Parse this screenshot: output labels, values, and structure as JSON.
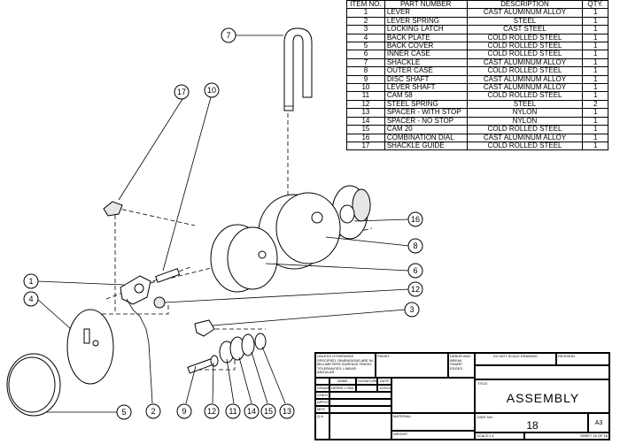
{
  "bom": {
    "headers": [
      "ITEM NO.",
      "PART NUMBER",
      "DESCRIPTION",
      "QTY."
    ],
    "rows": [
      {
        "item": "1",
        "part": "LEVER",
        "desc": "CAST ALUMINUM ALLOY",
        "qty": "1"
      },
      {
        "item": "2",
        "part": "LEVER SPRING",
        "desc": "STEEL",
        "qty": "1"
      },
      {
        "item": "3",
        "part": "LOCKING LATCH",
        "desc": "CAST STEEL",
        "qty": "1"
      },
      {
        "item": "4",
        "part": "BACK PLATE",
        "desc": "COLD ROLLED STEEL",
        "qty": "1"
      },
      {
        "item": "5",
        "part": "BACK COVER",
        "desc": "COLD ROLLED STEEL",
        "qty": "1"
      },
      {
        "item": "6",
        "part": "INNER CASE",
        "desc": "COLD ROLLED STEEL",
        "qty": "1"
      },
      {
        "item": "7",
        "part": "SHACKLE",
        "desc": "CAST ALUMINUM ALLOY",
        "qty": "1"
      },
      {
        "item": "8",
        "part": "OUTER CASE",
        "desc": "COLD ROLLED STEEL",
        "qty": "1"
      },
      {
        "item": "9",
        "part": "DISC SHAFT",
        "desc": "CAST ALUMINUM ALLOY",
        "qty": "1"
      },
      {
        "item": "10",
        "part": "LEVER SHAFT",
        "desc": "CAST ALUMINUM ALLOY",
        "qty": "1"
      },
      {
        "item": "11",
        "part": "CAM 58",
        "desc": "COLD ROLLED STEEL",
        "qty": "1"
      },
      {
        "item": "12",
        "part": "STEEL SPRING",
        "desc": "STEEL",
        "qty": "2"
      },
      {
        "item": "13",
        "part": "SPACER - WITH STOP",
        "desc": "NYLON",
        "qty": "1"
      },
      {
        "item": "14",
        "part": "SPACER - NO STOP",
        "desc": "NYLON",
        "qty": "1"
      },
      {
        "item": "15",
        "part": "CAM 20",
        "desc": "COLD ROLLED STEEL",
        "qty": "1"
      },
      {
        "item": "16",
        "part": "COMBINATION DIAL",
        "desc": "CAST ALUMINUM ALLOY",
        "qty": "1"
      },
      {
        "item": "17",
        "part": "SHACKLE GUIDE",
        "desc": "COLD ROLLED STEEL",
        "qty": "1"
      }
    ]
  },
  "callouts": [
    "7",
    "17",
    "10",
    "16",
    "8",
    "6",
    "1",
    "4",
    "12",
    "3",
    "5",
    "2",
    "9",
    "12",
    "11",
    "14",
    "15",
    "13"
  ],
  "title_block": {
    "notes": "UNLESS OTHERWISE SPECIFIED: DIMENSIONS ARE IN MILLIMETERS SURFACE FINISH: TOLERANCES: LINEAR: ANGULAR:",
    "finish_label": "FINISH:",
    "deburr_label": "DEBUR AND BREAK SHARP EDGES",
    "do_not_scale": "DO NOT SCALE DRAWING",
    "revision_label": "REVISION",
    "col_name": "NAME",
    "col_signature": "SIGNATURE",
    "col_date": "DATE",
    "drawn_label": "DRAWN",
    "drawn_name": "DEREK LYNN",
    "drawn_date": "12/5/11",
    "chkd_label": "CHK'D",
    "appvd_label": "APPV'D",
    "mfg_label": "MFG",
    "qa_label": "Q.A",
    "material_label": "MATERIAL:",
    "weight_label": "WEIGHT:",
    "title_label": "TITLE:",
    "title": "ASSEMBLY",
    "dwg_label": "DWG NO.",
    "dwg_no": "18",
    "size": "A3",
    "scale_label": "SCALE:1:1",
    "sheet_label": "SHEET 18 OF 18"
  }
}
